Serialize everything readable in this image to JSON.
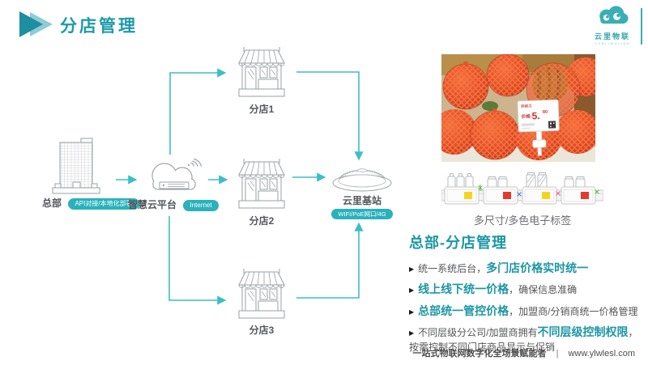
{
  "colors": {
    "primary_teal": "#1d9aa8",
    "arrow_teal": "#3cbec7",
    "badge_teal": "#29b2bc",
    "outline_gray": "#9aa0a5",
    "text_dark": "#54565a",
    "tag_yellow": "#f3d521",
    "tag_red": "#e23b2e"
  },
  "header": {
    "title": "分店管理",
    "logo_text": "云里物联",
    "logo_subtext": "YUNLIWULIAN"
  },
  "diagram": {
    "hq": {
      "label": "总部",
      "badge": "API对接/本地化部署"
    },
    "cloud": {
      "label": "智慧云平台",
      "badge": "Internet"
    },
    "stores": [
      {
        "label": "分店1"
      },
      {
        "label": "分店2"
      },
      {
        "label": "分店3"
      }
    ],
    "station": {
      "label": "云里基站",
      "badge": "WIFI/PoE网口/4G"
    }
  },
  "showcase": {
    "price_tag": {
      "name": "麒麟瓜",
      "price_label": "价格:",
      "price_main": "5.",
      "price_cents": "80"
    },
    "caption": "多尺寸/多色电子标签"
  },
  "features": {
    "heading": "总部-分店管理",
    "marker": "▶",
    "bullets": [
      {
        "pre": "统一系统后台，",
        "em": "多门店价格实时统一",
        "post": ""
      },
      {
        "pre": "",
        "em": "线上线下统一价格",
        "post": "，确保信息准确"
      },
      {
        "pre": "",
        "em": "总部统一管控价格",
        "post": "，加盟商/分销商统一价格管理"
      },
      {
        "pre": "不同层级分公司/加盟商拥有",
        "em": "不同层级控制权限",
        "post": "，按需控制不同门店商品显示与促销"
      }
    ]
  },
  "footer": {
    "slogan": "一站式物联网数字化全场景赋能者",
    "divider": "|",
    "url": "www.ylwlesl.com"
  }
}
